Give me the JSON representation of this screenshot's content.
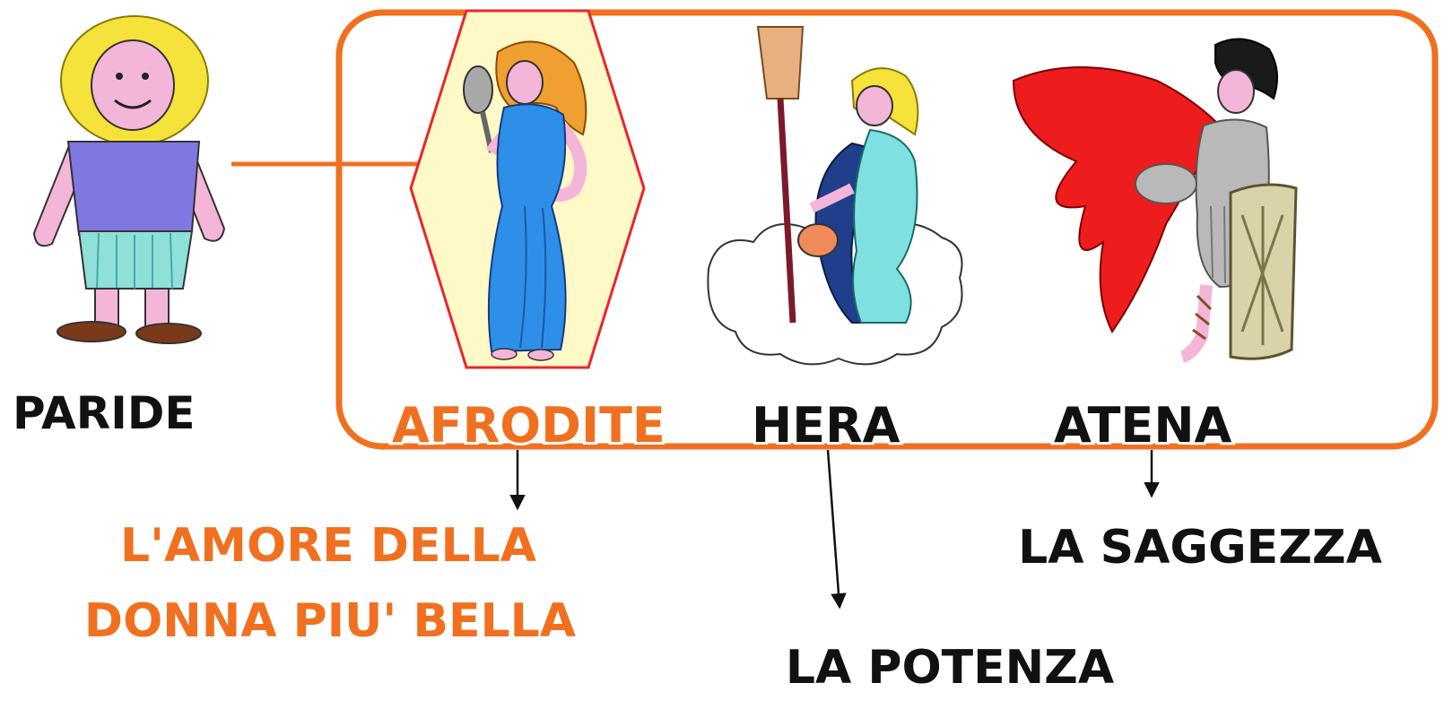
{
  "labels": {
    "paride": "PARIDE",
    "afrodite": "AFRODITE",
    "hera": "HERA",
    "atena": "ATENA",
    "afrodite_gift_line1": "L'AMORE DELLA",
    "afrodite_gift_line2": "DONNA PIU' BELLA",
    "hera_gift": "LA POTENZA",
    "atena_gift": "LA SAGGEZZA"
  },
  "colors": {
    "accent_orange": "#F07020",
    "text_black": "#111111",
    "hexagon_fill": "#FFF9C8",
    "hexagon_stroke": "#E8262E",
    "tunic_purple": "#7E78E0",
    "skirt_teal": "#8FE0D8",
    "hair_yellow": "#F5E23A",
    "skin_pink": "#F3B6D8",
    "afrodite_dress": "#2E8FE8",
    "afrodite_hair": "#F0A030",
    "hera_dress": "#7FE0E0",
    "hera_cloak": "#1F3F8C",
    "atena_cape": "#EE1C1C",
    "atena_armor": "#B9B9B9",
    "shield": "#D9D3A8"
  },
  "figures": [
    "paride-figure",
    "afrodite-figure",
    "hera-figure",
    "atena-figure"
  ]
}
